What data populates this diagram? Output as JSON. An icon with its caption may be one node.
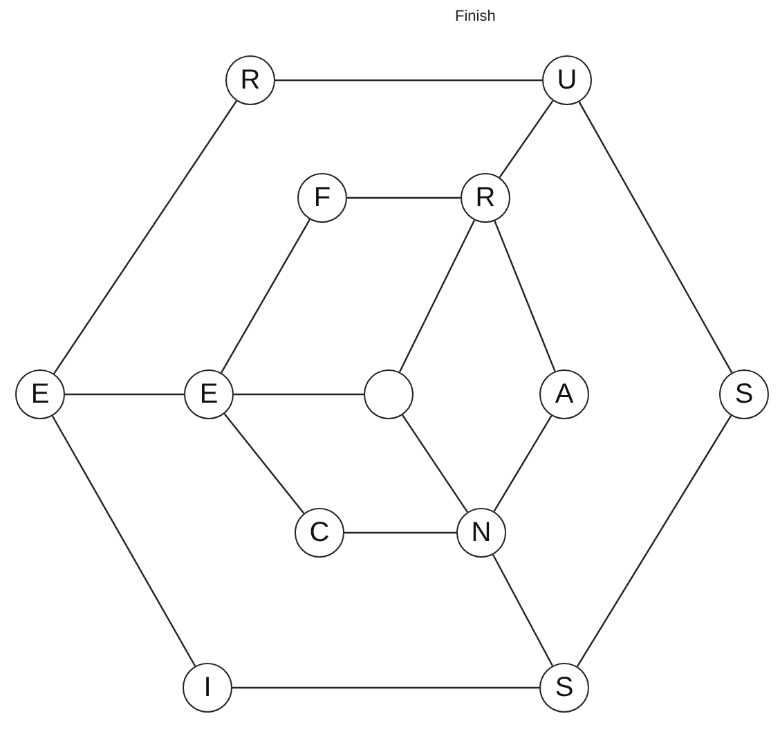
{
  "diagram": {
    "nodes": [
      {
        "text": [
          "R"
        ]
      },
      {
        "text": [
          "U"
        ]
      },
      {
        "text": [
          "F"
        ]
      },
      {
        "text": [
          "R"
        ]
      },
      {
        "text": [
          "E"
        ]
      },
      {
        "text": [
          "E"
        ]
      },
      {
        "text": [],
        "shape": "circle"
      },
      {
        "text": [
          "A"
        ]
      },
      {
        "text": [
          "S"
        ]
      },
      {
        "text": [
          "C"
        ]
      },
      {
        "text": [
          "N"
        ]
      },
      {
        "text": [
          "I"
        ]
      },
      {
        "text": [
          "S"
        ]
      }
    ],
    "edges": [
      {
        "from": 0,
        "to": 1,
        "arrow": "none"
      },
      {
        "from": 0,
        "to": 4,
        "arrow": "none"
      },
      {
        "from": 1,
        "to": 3,
        "arrow": "none"
      },
      {
        "from": 1,
        "to": 8,
        "arrow": "none"
      },
      {
        "from": 2,
        "to": 3,
        "arrow": "none"
      },
      {
        "from": 2,
        "to": 5,
        "arrow": "none"
      },
      {
        "from": 3,
        "to": 6,
        "arrow": "none"
      },
      {
        "from": 3,
        "to": 7,
        "arrow": "none"
      },
      {
        "from": 4,
        "to": 5,
        "arrow": "none"
      },
      {
        "from": 4,
        "to": 11,
        "arrow": "none"
      },
      {
        "from": 5,
        "to": 6,
        "arrow": "none"
      },
      {
        "from": 5,
        "to": 9,
        "arrow": "none"
      },
      {
        "from": 6,
        "to": 10,
        "arrow": "none"
      },
      {
        "from": 7,
        "to": 10,
        "arrow": "none"
      },
      {
        "from": 8,
        "to": 12,
        "arrow": "none"
      },
      {
        "from": 9,
        "to": 10,
        "arrow": "none"
      },
      {
        "from": 10,
        "to": 12,
        "arrow": "none"
      },
      {
        "from": 11,
        "to": 12,
        "arrow": "none"
      }
    ],
    "labels": [
      "Finish"
    ]
  }
}
